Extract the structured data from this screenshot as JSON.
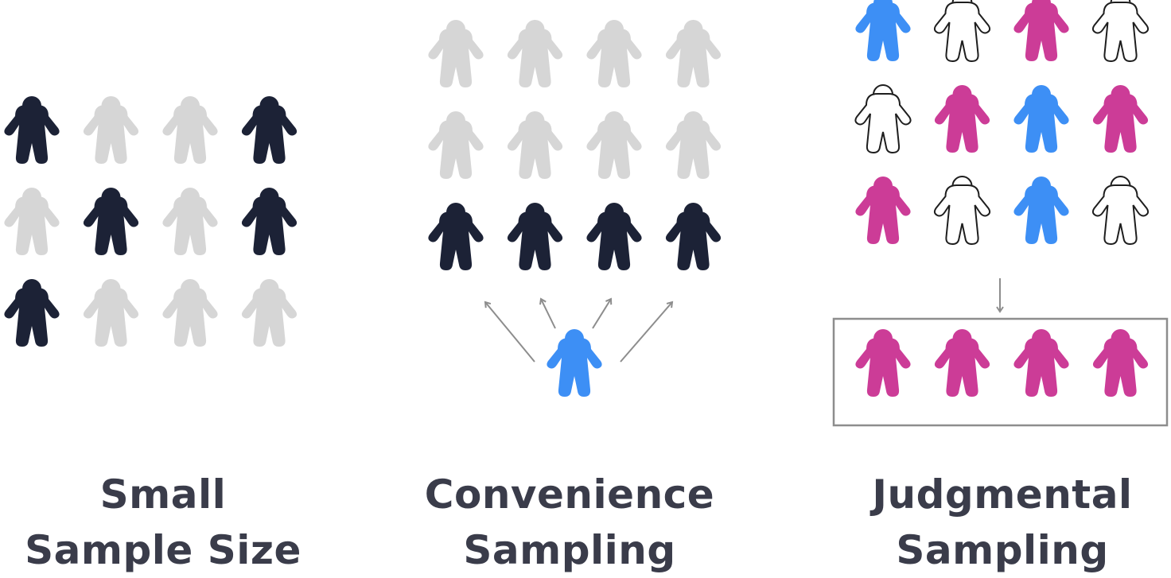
{
  "colors": {
    "dark": "#1c2236",
    "light": "#d6d6d6",
    "blue": "#3d8ff5",
    "magenta": "#cc3c97",
    "outline_stroke": "#1e1e1e",
    "arrow": "#8d8d8d",
    "box": "#8d8d8d"
  },
  "panels": {
    "small_sample": {
      "caption_line1": "Small",
      "caption_line2": "Sample Size",
      "figures": [
        "dark",
        "light",
        "light",
        "dark",
        "light",
        "dark",
        "light",
        "dark",
        "dark",
        "light",
        "light",
        "light"
      ]
    },
    "convenience": {
      "caption_line1": "Convenience",
      "caption_line2": "Sampling",
      "figures": [
        "light",
        "light",
        "light",
        "light",
        "light",
        "light",
        "light",
        "light",
        "dark",
        "dark",
        "dark",
        "dark"
      ],
      "selector": "blue"
    },
    "judgmental": {
      "caption_line1": "Judgmental",
      "caption_line2": "Sampling",
      "figures": [
        "blue",
        "outline",
        "magenta",
        "outline",
        "outline",
        "magenta",
        "blue",
        "magenta",
        "magenta",
        "outline",
        "blue",
        "outline"
      ],
      "selected": [
        "magenta",
        "magenta",
        "magenta",
        "magenta"
      ]
    }
  }
}
